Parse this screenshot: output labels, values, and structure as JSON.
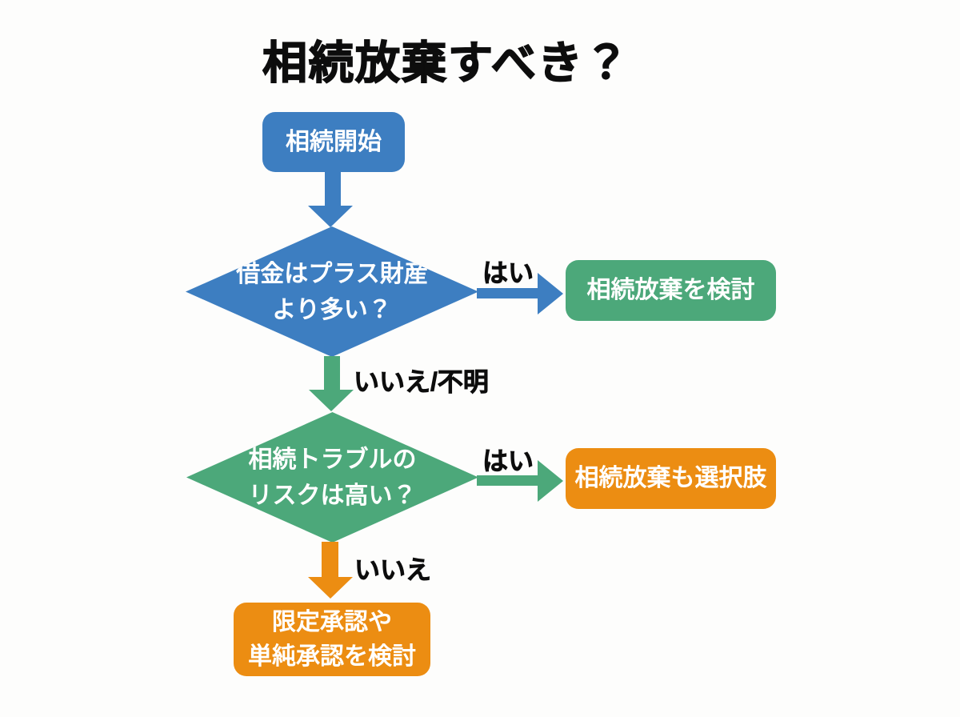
{
  "title": "相続放棄すべき？",
  "colors": {
    "blue": "#3D7EC1",
    "green": "#4CA87A",
    "orange": "#EC8D12",
    "ink": "#0d0d0d",
    "node-text": "#ffffff",
    "bg": "#fdfdfc"
  },
  "flowchart": {
    "start": {
      "label": "相続開始"
    },
    "decision_debt": {
      "line1": "借金はプラス財産",
      "line2": "より多い？"
    },
    "result_consider_renounce": {
      "label": "相続放棄を検討"
    },
    "decision_trouble": {
      "line1": "相続トラブルの",
      "line2": "リスクは高い？"
    },
    "result_renounce_option": {
      "label": "相続放棄も選択肢"
    },
    "result_acceptance": {
      "line1": "限定承認や",
      "line2": "単純承認を検討"
    },
    "edges": {
      "debt_yes": "はい",
      "debt_no": "いいえ/不明",
      "trouble_yes": "はい",
      "trouble_no": "いいえ"
    }
  }
}
